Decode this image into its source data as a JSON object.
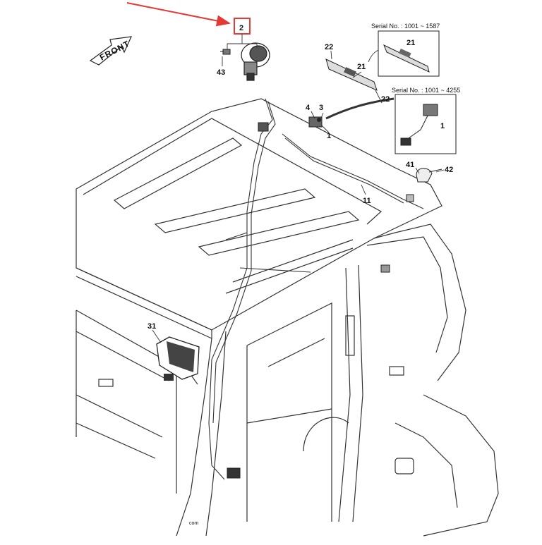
{
  "diagram": {
    "front_label": "FRONT",
    "highlight_color": "#e53935",
    "line_color": "#333333",
    "callouts": {
      "c2": "2",
      "c43": "43",
      "c22a": "22",
      "c21a": "21",
      "c22b": "22",
      "c4": "4",
      "c3": "3",
      "c1a": "1",
      "c41": "41",
      "c42": "42",
      "c11": "11",
      "c31": "31"
    },
    "inset_a": {
      "serial": "Serial No. : 1001 ~ 1587",
      "part": "21"
    },
    "inset_b": {
      "serial": "Serial No. : 1001 ~ 4255",
      "part": "1"
    },
    "watermark": "com"
  }
}
